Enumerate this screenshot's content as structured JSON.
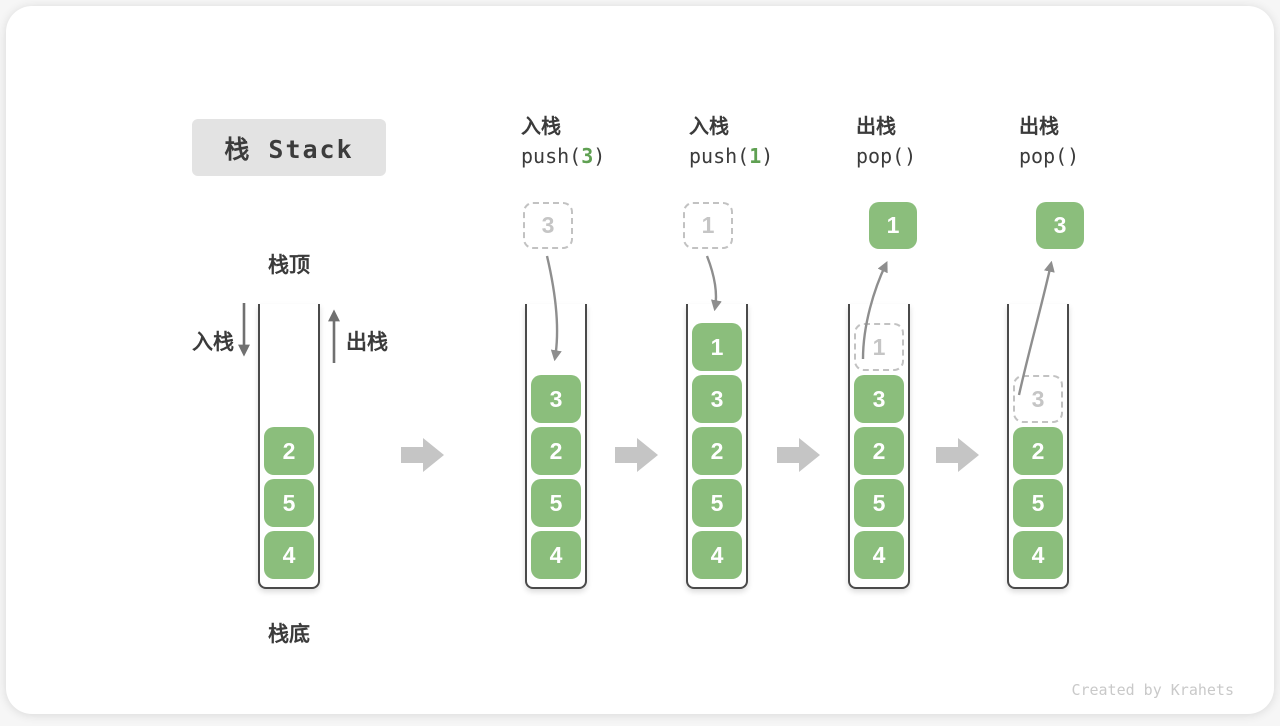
{
  "title": "栈 Stack",
  "legend": {
    "stack_top": "栈顶",
    "stack_bottom": "栈底",
    "push": "入栈",
    "pop": "出栈"
  },
  "steps": {
    "step2": {
      "name": "入栈",
      "code_pre": "push(",
      "code_arg": "3",
      "code_post": ")",
      "float_value": "3"
    },
    "step3": {
      "name": "入栈",
      "code_pre": "push(",
      "code_arg": "1",
      "code_post": ")",
      "float_value": "1"
    },
    "step4": {
      "name": "出栈",
      "code_pre": "pop(",
      "code_arg": "",
      "code_post": ")",
      "float_value": "1"
    },
    "step5": {
      "name": "出栈",
      "code_pre": "pop(",
      "code_arg": "",
      "code_post": ")",
      "float_value": "3"
    }
  },
  "stacks": {
    "stack1": {
      "items": [
        "2",
        "5",
        "4"
      ]
    },
    "stack2": {
      "items": [
        "3",
        "2",
        "5",
        "4"
      ]
    },
    "stack3": {
      "items": [
        "1",
        "3",
        "2",
        "5",
        "4"
      ]
    },
    "stack4": {
      "ghost": "1",
      "items": [
        "3",
        "2",
        "5",
        "4"
      ]
    },
    "stack5": {
      "ghost": "3",
      "items": [
        "2",
        "5",
        "4"
      ]
    }
  },
  "colors": {
    "item_green": "#8bbe7c",
    "arg_green": "#5fa052",
    "ghost_gray": "#c2c2c2",
    "wall_gray": "#4a4a4a",
    "block_arrow_gray": "#c5c5c5",
    "title_bg": "#e3e3e3"
  },
  "watermark": "Created by Krahets"
}
